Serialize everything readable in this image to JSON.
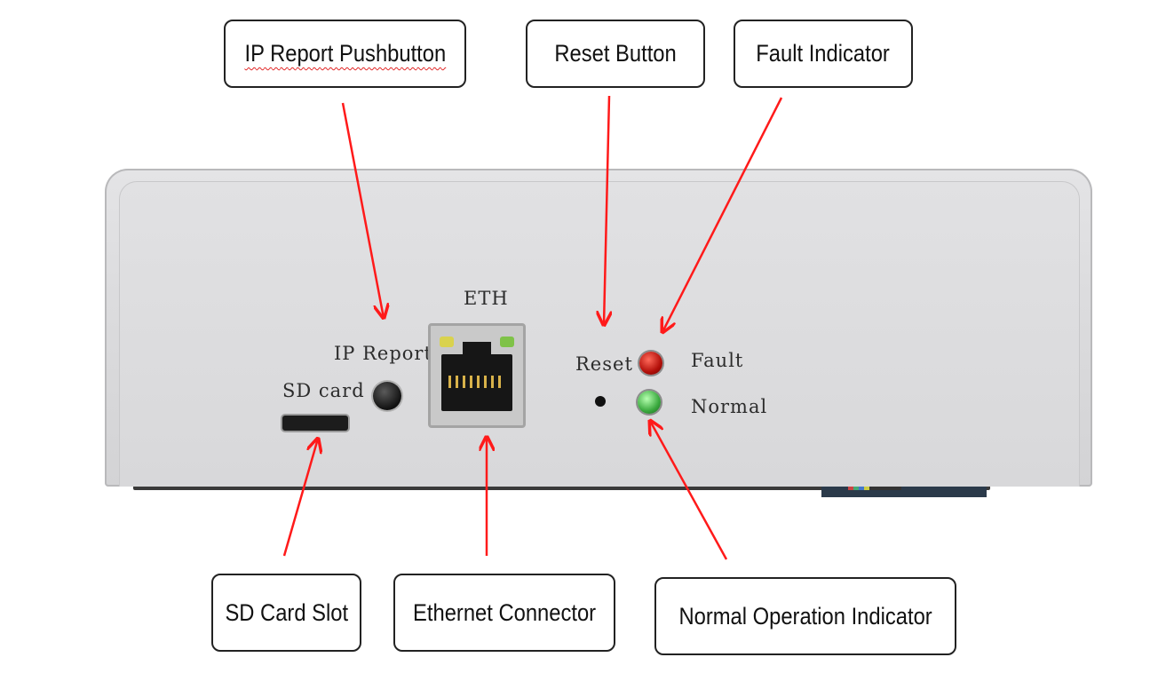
{
  "callouts": {
    "ip_report_pushbutton": "IP Report Pushbutton",
    "reset_button": "Reset Button",
    "fault_indicator": "Fault Indicator",
    "sd_card_slot": "SD Card Slot",
    "ethernet_connector": "Ethernet Connector",
    "normal_operation_indicator": "Normal Operation Indicator"
  },
  "panel_labels": {
    "eth": "ETH",
    "ip_report": "IP Report",
    "sd_card": "SD card",
    "reset": "Reset",
    "fault": "Fault",
    "normal": "Normal"
  },
  "colors": {
    "arrow": "#ff1a1a",
    "fault_led": "#c0150e",
    "normal_led": "#3aa93e",
    "panel": "#dcdcde"
  }
}
